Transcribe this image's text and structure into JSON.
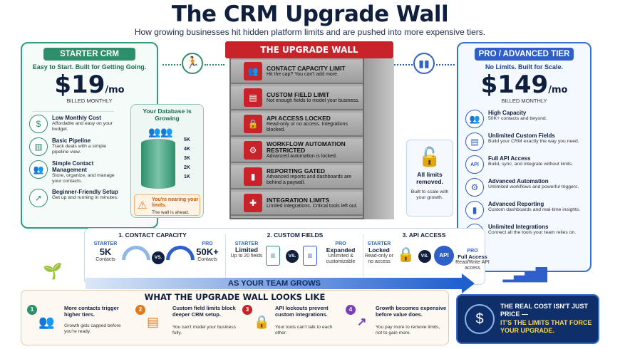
{
  "title": "The CRM Upgrade Wall",
  "subtitle": "How growing businesses hit hidden platform limits and are pushed into more expensive tiers.",
  "starter": {
    "tag": "STARTER CRM",
    "headline": "Easy to Start. Built for Getting Going.",
    "price": "$19",
    "per": "/mo",
    "billed": "BILLED MONTHLY",
    "features": [
      {
        "icon": "dollar-icon",
        "title": "Low Monthly Cost",
        "desc": "Affordable and easy on your budget."
      },
      {
        "icon": "pipeline-icon",
        "title": "Basic Pipeline",
        "desc": "Track deals with a simple pipeline view."
      },
      {
        "icon": "contacts-icon",
        "title": "Simple Contact Management",
        "desc": "Store, organize, and manage your contacts."
      },
      {
        "icon": "rocket-icon",
        "title": "Beginner-Friendly Setup",
        "desc": "Get up and running in minutes."
      }
    ]
  },
  "database": {
    "title": "Your Database is Growing",
    "levels": [
      "5K",
      "4K",
      "3K",
      "2K",
      "1K"
    ],
    "warning_title": "You're nearing your limits.",
    "warning_desc": "The wall is ahead."
  },
  "wall": {
    "header": "THE UPGRADE WALL",
    "bricks": [
      {
        "icon": "contacts-icon",
        "title": "CONTACT CAPACITY LIMIT",
        "desc": "Hit the cap? You can't add more."
      },
      {
        "icon": "form-icon",
        "title": "CUSTOM FIELD LIMIT",
        "desc": "Not enough fields to model your business."
      },
      {
        "icon": "lock-icon",
        "title": "API ACCESS LOCKED",
        "desc": "Read-only or no access. Integrations blocked."
      },
      {
        "icon": "workflow-icon",
        "title": "WORKFLOW AUTOMATION RESTRICTED",
        "desc": "Advanced automation is locked."
      },
      {
        "icon": "chart-icon",
        "title": "REPORTING GATED",
        "desc": "Advanced reports and dashboards are behind a paywall."
      },
      {
        "icon": "puzzle-icon",
        "title": "INTEGRATION LIMITS",
        "desc": "Limited integrations. Critical tools left out."
      }
    ]
  },
  "unlocked": {
    "title": "All limits removed.",
    "desc": "Built to scale with your growth."
  },
  "pro": {
    "tag": "PRO / ADVANCED TIER",
    "headline": "No Limits. Built for Scale.",
    "price": "$149",
    "per": "/mo",
    "billed": "BILLED MONTHLY",
    "features": [
      {
        "icon": "team-icon",
        "title": "High Capacity",
        "desc": "50K+ contacts and beyond."
      },
      {
        "icon": "form-icon",
        "title": "Unlimited Custom Fields",
        "desc": "Build your CRM exactly the way you need."
      },
      {
        "icon": "api-icon",
        "title": "Full API Access",
        "desc": "Build, sync, and integrate without limits."
      },
      {
        "icon": "workflow-icon",
        "title": "Advanced Automation",
        "desc": "Unlimited workflows and powerful triggers."
      },
      {
        "icon": "chart-icon",
        "title": "Advanced Reporting",
        "desc": "Custom dashboards and real-time insights."
      },
      {
        "icon": "puzzle-icon",
        "title": "Unlimited Integrations",
        "desc": "Connect all the tools your team relies on."
      }
    ]
  },
  "comparison": {
    "vs": "VS.",
    "sections": [
      {
        "title": "1. CONTACT CAPACITY",
        "left_label": "STARTER",
        "left_value": "5K",
        "left_sub": "Contacts",
        "right_label": "PRO",
        "right_value": "50K+",
        "right_sub": "Contacts"
      },
      {
        "title": "2. CUSTOM FIELDS",
        "left_label": "STARTER",
        "left_value": "Limited",
        "left_sub": "Up to 20 fields",
        "right_label": "PRO",
        "right_value": "Expanded",
        "right_sub": "Unlimited & customizable"
      },
      {
        "title": "3. API ACCESS",
        "left_label": "STARTER",
        "left_value": "Locked",
        "left_sub": "Read-only or no access",
        "right_label": "PRO",
        "right_value": "Full Access",
        "right_sub": "Read/Write API access"
      }
    ]
  },
  "growth_banner": "AS YOUR TEAM GROWS",
  "bottom": {
    "title": "WHAT THE UPGRADE WALL LOOKS LIKE",
    "steps": [
      {
        "num": "1",
        "title": "More contacts trigger higher tiers.",
        "desc": "Growth gets capped before you're ready."
      },
      {
        "num": "2",
        "title": "Custom field limits block deeper CRM setup.",
        "desc": "You can't model your business fully."
      },
      {
        "num": "3",
        "title": "API lockouts prevent custom integrations.",
        "desc": "Your tools can't talk to each other."
      },
      {
        "num": "4",
        "title": "Growth becomes expensive before value does.",
        "desc": "You pay more to remove limits, not to gain more."
      }
    ]
  },
  "real_cost": {
    "line1": "THE REAL COST ISN'T JUST PRICE —",
    "line2": "IT'S THE LIMITS THAT FORCE YOUR UPGRADE."
  },
  "colors": {
    "starter": "#2e8f6c",
    "pro": "#2f5fc8",
    "wall": "#c8222a",
    "navy": "#0f1f3d"
  }
}
